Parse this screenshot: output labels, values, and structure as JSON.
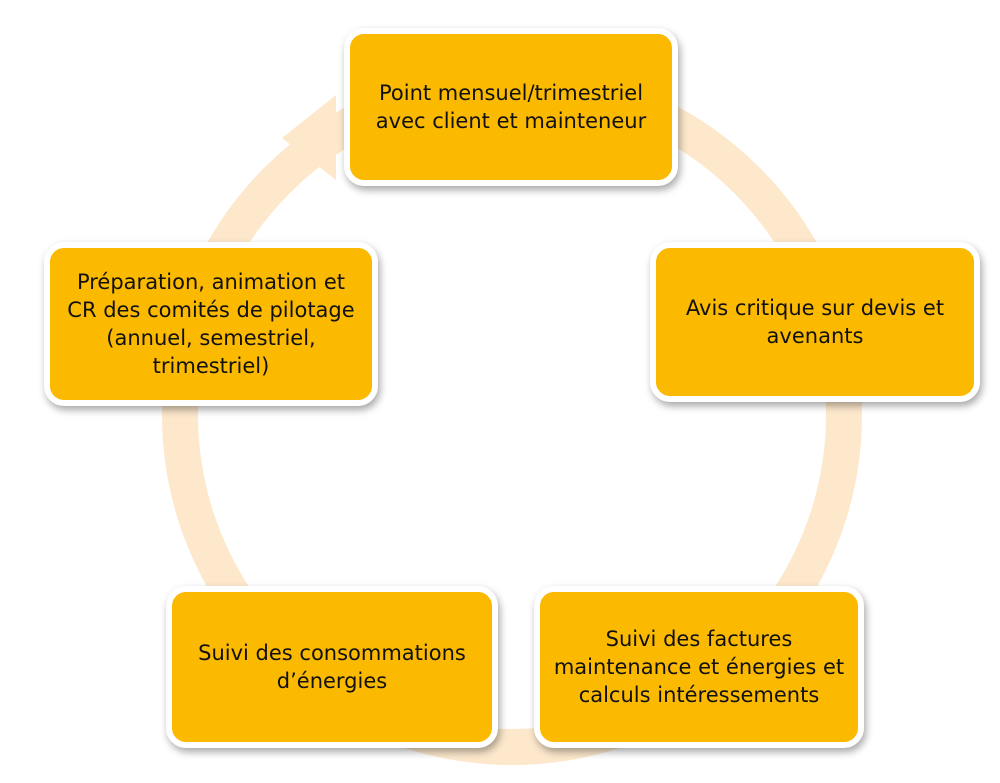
{
  "diagram": {
    "type": "cycle",
    "colors": {
      "node_fill": "#fbb900",
      "node_border": "#ffffff",
      "ring": "#fde8cc",
      "text": "#111111"
    },
    "nodes": [
      {
        "id": "top",
        "label": "Point mensuel/trimestriel avec client et mainteneur"
      },
      {
        "id": "right",
        "label": "Avis critique sur devis et avenants"
      },
      {
        "id": "bottom-right",
        "label": "Suivi des factures maintenance et énergies et calculs intéressements"
      },
      {
        "id": "bottom-left",
        "label": "Suivi des consommations d’énergies"
      },
      {
        "id": "left",
        "label": "Préparation, animation et CR des comités de pilotage (annuel, semestriel, trimestriel)"
      }
    ],
    "flow_direction": "clockwise"
  }
}
